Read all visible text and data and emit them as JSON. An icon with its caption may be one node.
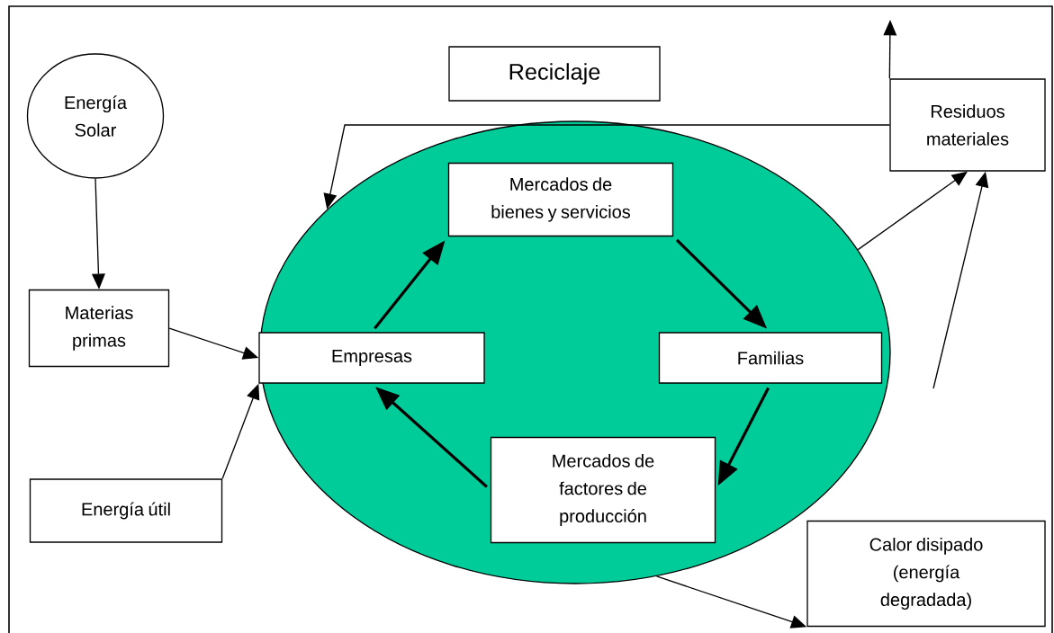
{
  "diagram": {
    "nodes": [
      {
        "text": [
          "Energía Solar"
        ]
      },
      {
        "text": [
          "Reciclaje"
        ]
      },
      {
        "text": [
          "Residuos materiales"
        ]
      },
      {
        "text": [],
        "shape": "ellipse"
      },
      {
        "text": [
          "Mercados de bienes y servicios"
        ],
        "in": 3
      },
      {
        "text": [
          "Empresas"
        ],
        "in": 3
      },
      {
        "text": [
          "Familias"
        ],
        "in": 3
      },
      {
        "text": [
          "Mercados de factores de producción"
        ],
        "in": 3
      },
      {
        "text": [
          "Materias primas"
        ]
      },
      {
        "text": [
          "Energía útil"
        ]
      },
      {
        "text": [
          "Calor disipado (energía degradada)"
        ]
      }
    ],
    "edges": [
      {
        "from": 0,
        "to": 8,
        "arrow": "to"
      },
      {
        "from": 8,
        "to": 5,
        "arrow": "to"
      },
      {
        "from": 9,
        "to": 5,
        "arrow": "to"
      },
      {
        "from": 2,
        "to": 3,
        "arrow": "to"
      },
      {
        "from": 2,
        "to": null,
        "arrow": "to"
      },
      {
        "from": 5,
        "to": 4,
        "arrow": "to",
        "style": "thick"
      },
      {
        "from": 4,
        "to": 6,
        "arrow": "to",
        "style": "thick"
      },
      {
        "from": 6,
        "to": 7,
        "arrow": "to",
        "style": "thick"
      },
      {
        "from": 7,
        "to": 5,
        "arrow": "to",
        "style": "thick"
      },
      {
        "from": 3,
        "to": 2,
        "arrow": "to"
      },
      {
        "from": null,
        "to": 2,
        "arrow": "to"
      },
      {
        "from": 3,
        "to": 10,
        "arrow": "to"
      }
    ]
  }
}
